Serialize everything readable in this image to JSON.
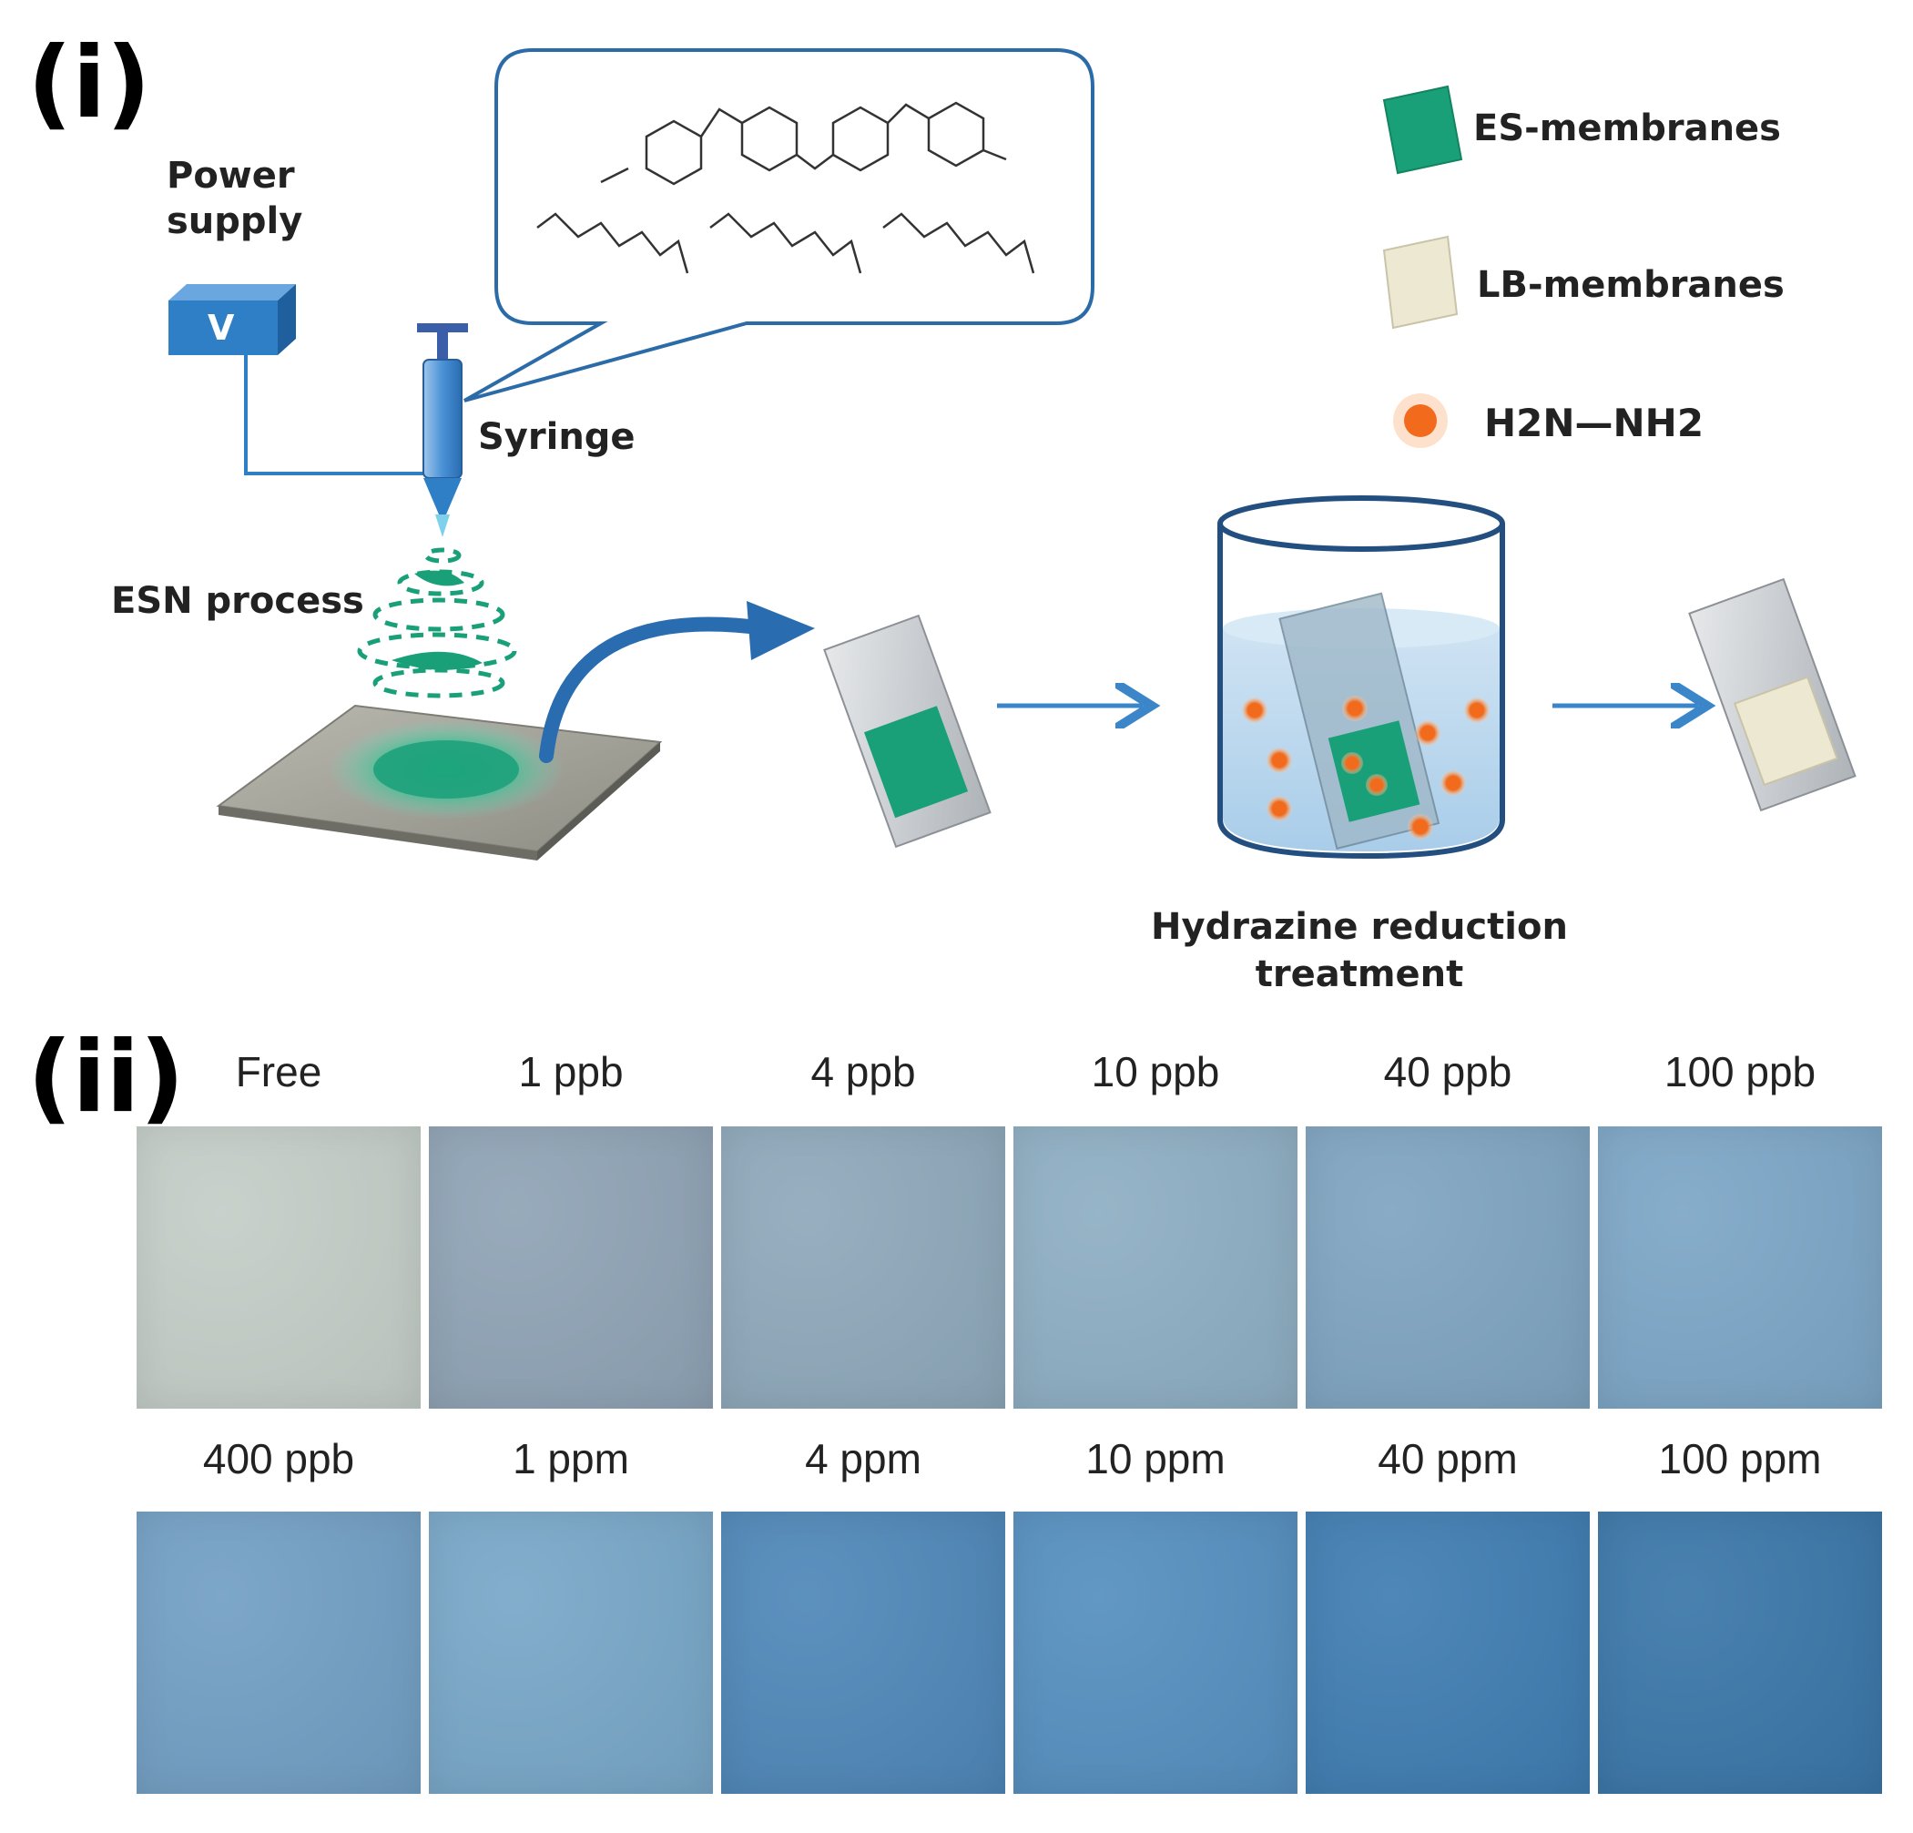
{
  "panels": {
    "i": "(i)",
    "ii": "(ii)"
  },
  "labels": {
    "power_line1": "Power",
    "power_line2": "supply",
    "voltage": "V",
    "syringe": "Syringe",
    "esn_process": "ESN process",
    "hydrazine_line1": "Hydrazine reduction",
    "hydrazine_line2": "treatment"
  },
  "legend": [
    {
      "label": "ES-membranes",
      "color": "#1aa079"
    },
    {
      "label": "LB-membranes",
      "color": "#ece8d2"
    },
    {
      "label": "H2N—NH2",
      "color": "#f26b1d"
    }
  ],
  "colors": {
    "es_green": "#1aa079",
    "lb_beige": "#ece8d2",
    "hydrazine_orange": "#f26b1d",
    "apparatus_blue": "#2f7fc6",
    "arrow_blue": "#3a86c9"
  },
  "swatches": {
    "row1": [
      {
        "label": "Free",
        "color": "#c4cdc7"
      },
      {
        "label": "1 ppb",
        "color": "#8fa3b5"
      },
      {
        "label": "4 ppb",
        "color": "#8ea8ba"
      },
      {
        "label": "10 ppb",
        "color": "#8eaec3"
      },
      {
        "label": "40 ppb",
        "color": "#7fa4c0"
      },
      {
        "label": "100 ppb",
        "color": "#7ca6c6"
      }
    ],
    "row2": [
      {
        "label": "400 ppb",
        "color": "#729fc4"
      },
      {
        "label": "1 ppm",
        "color": "#78a7c8"
      },
      {
        "label": "4 ppm",
        "color": "#4f87b8"
      },
      {
        "label": "10 ppm",
        "color": "#558fbf"
      },
      {
        "label": "40 ppm",
        "color": "#3f7db2"
      },
      {
        "label": "100 ppm",
        "color": "#3a76a8"
      }
    ]
  }
}
